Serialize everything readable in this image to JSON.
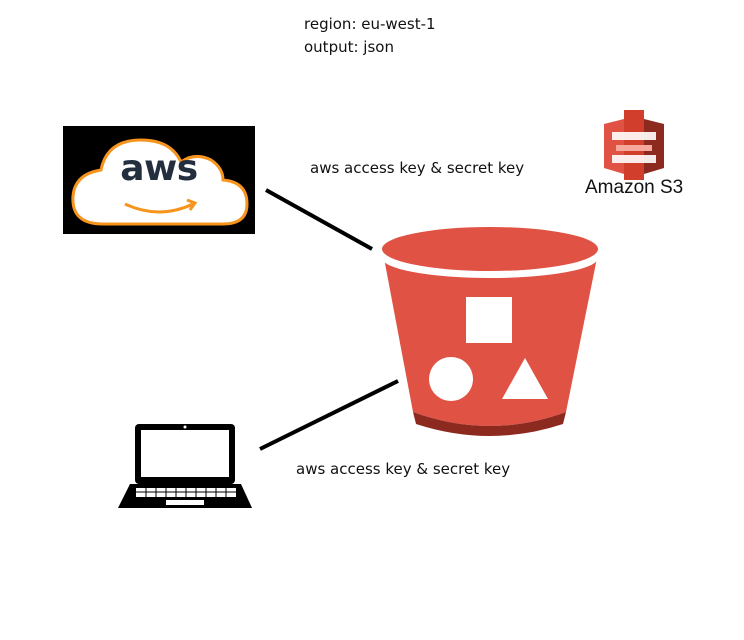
{
  "config": {
    "region_line": "region: eu-west-1",
    "output_line": "output: json"
  },
  "aws_cloud": {
    "label": "aws",
    "colors": {
      "background": "#000000",
      "cloud": "#ffffff",
      "cloud_outline": "#f7941d",
      "text": "#232f3e",
      "smile": "#f7941d"
    }
  },
  "s3_logo": {
    "label": "Amazon S3",
    "color": "#d13e2b"
  },
  "bucket": {
    "icon": "s3-bucket-icon",
    "shapes": [
      "square-icon",
      "circle-icon",
      "triangle-icon"
    ],
    "color": "#e05243"
  },
  "laptop": {
    "icon": "laptop-icon"
  },
  "edges": [
    {
      "from": "aws-cloud",
      "to": "s3-bucket",
      "label": "aws access key & secret key"
    },
    {
      "from": "laptop",
      "to": "s3-bucket",
      "label": "aws access key & secret key"
    }
  ]
}
